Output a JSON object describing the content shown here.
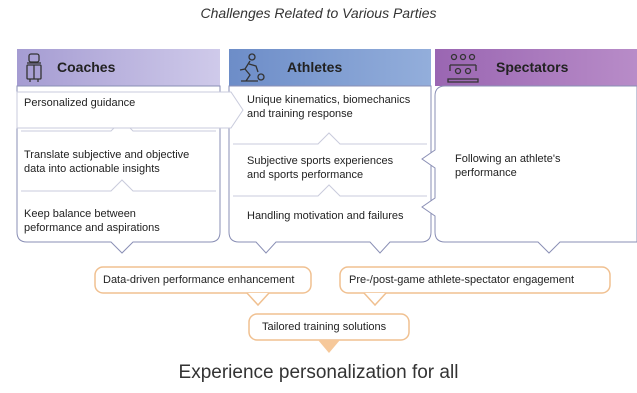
{
  "title": "Challenges Related to Various Parties",
  "columns": {
    "coaches": {
      "header": "Coaches",
      "icon": "coach-icon",
      "color": "#bdb5df",
      "items": [
        "Personalized guidance",
        "Translate subjective and objective",
        "data into actionable insights",
        "Keep balance between",
        "peformance and aspirations"
      ]
    },
    "athletes": {
      "header": "Athletes",
      "icon": "athlete-icon",
      "color": "#7d99ce",
      "items": [
        "Unique kinematics, biomechanics",
        "and training response",
        "Subjective sports experiences",
        "and sports performance",
        "Handling motivation and failures"
      ]
    },
    "spectators": {
      "header": "Spectators",
      "icon": "spectators-icon",
      "color": "#a574b9",
      "items": [
        "Following an athlete's",
        "performance"
      ]
    }
  },
  "outcomes": {
    "data_driven": "Data-driven performance enhancement",
    "engagement": "Pre-/post-game athlete-spectator engagement",
    "tailored": "Tailored training solutions"
  },
  "footer": "Experience personalization for all",
  "colors": {
    "accent_orange": "#f6c89a",
    "box_border": "#8a8fb5"
  }
}
